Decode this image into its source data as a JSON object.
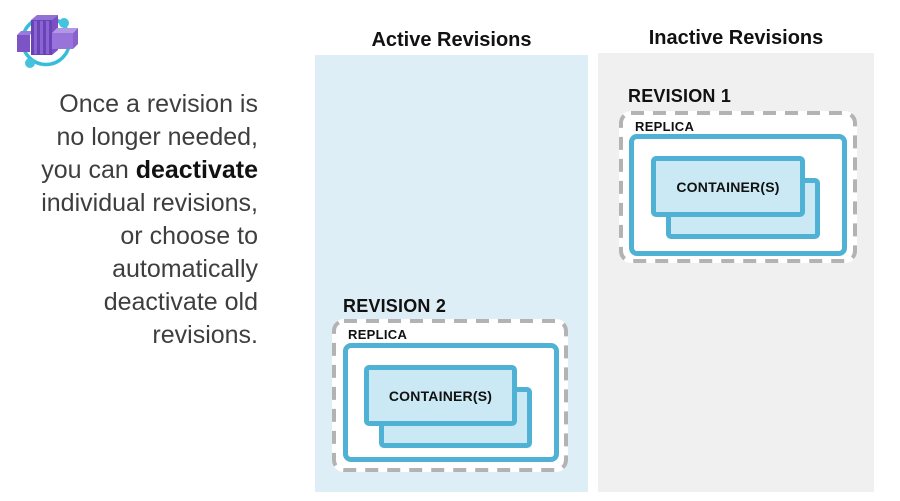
{
  "intro": {
    "lines": [
      "Once a revision is",
      "no longer needed,",
      "you can **deactivate**",
      "individual revisions,",
      "or choose to",
      "automatically",
      "deactivate old",
      "revisions."
    ]
  },
  "icons": {
    "logo": "azure-container-apps-logo"
  },
  "panels": {
    "active": {
      "title": "Active Revisions",
      "revision": {
        "label": "REVISION 2",
        "replica": "REPLICA",
        "containers": "CONTAINER(S)"
      }
    },
    "inactive": {
      "title": "Inactive Revisions",
      "revision": {
        "label": "REVISION 1",
        "replica": "REPLICA",
        "containers": "CONTAINER(S)"
      }
    }
  },
  "colors": {
    "active_panel_bg": "#ddeef6",
    "inactive_panel_bg": "#f0f0f0",
    "box_border_blue": "#4fb2d4",
    "container_fill": "#cbe9f4",
    "dash_gray": "#b3b3b3",
    "logo_cyan": "#35bdd9",
    "logo_purple": "#6b43b8"
  }
}
